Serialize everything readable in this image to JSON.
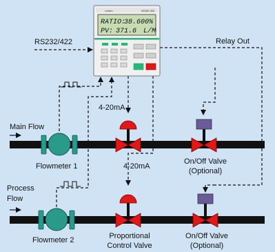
{
  "controller": {
    "brand": "contrec",
    "model": "MODEL 505",
    "display_line1_label": "RATIO:",
    "display_line1_value": "38.600",
    "display_line1_unit": "%",
    "display_line2_label": "PV:",
    "display_line2_value": "371.6",
    "display_line2_unit": "L/M"
  },
  "labels": {
    "rs232": "RS232/422",
    "relay_out": "Relay Out",
    "current_top": "4-20mA",
    "current_mid": "4-20mA",
    "main_flow": "Main Flow",
    "process_flow_1": "Process",
    "process_flow_2": "Flow",
    "flowmeter_1": "Flowmeter 1",
    "flowmeter_2": "Flowmeter 2",
    "onoff_valve_1_line1": "On/Off Valve",
    "onoff_valve_1_line2": "(Optional)",
    "onoff_valve_2_line1": "On/Off Valve",
    "onoff_valve_2_line2": "(Optional)",
    "prop_valve_line1": "Proportional",
    "prop_valve_line2": "Control Valve"
  },
  "colors": {
    "background": "#cfe3f5",
    "pipe": "#111111",
    "flowmeter": "#2a9a8a",
    "valve_body": "#e01818",
    "actuator_onoff": "#6b5b9a",
    "display_screen": "#c8dcb4",
    "controller_accent": "#2bb57a"
  }
}
